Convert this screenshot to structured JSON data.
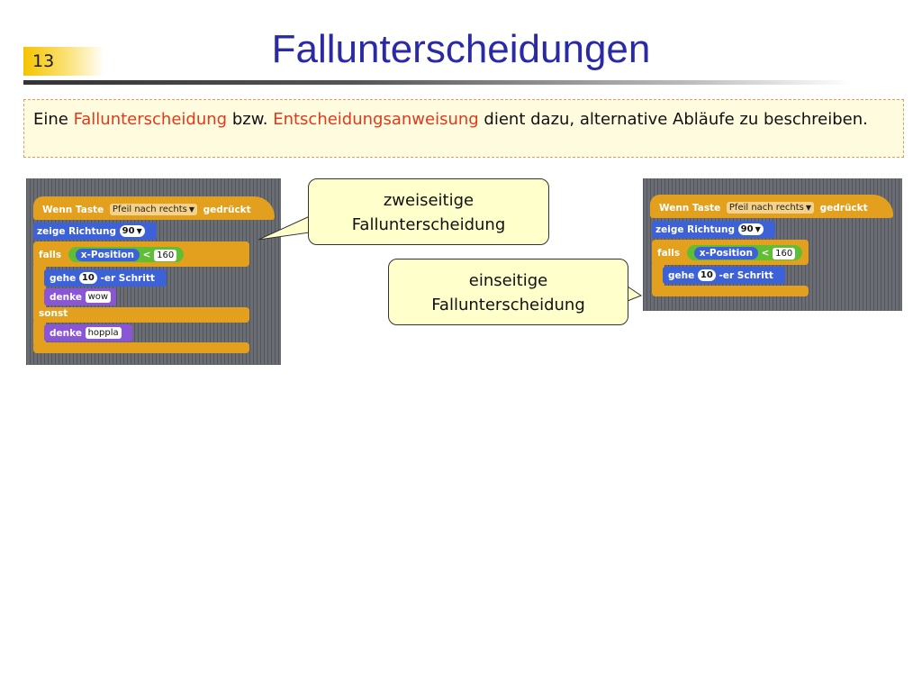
{
  "slide": {
    "number": "13",
    "title": "Fallunterscheidungen"
  },
  "intro": {
    "part1": "Eine ",
    "term1": "Fallunterscheidung",
    "part2": " bzw. ",
    "term2": "Entscheidungsanweisung",
    "part3": " dient dazu, alternative Abläufe zu beschreiben."
  },
  "colors": {
    "title": "#2a2aa6",
    "highlight": "#e03a1c",
    "box_bg": "#fffbde",
    "callout_bg": "#ffffcc"
  },
  "left_script": {
    "hat_label": "Wenn Taste",
    "key": "Pfeil nach rechts",
    "hat_suffix": "gedrückt",
    "point_label": "zeige Richtung",
    "direction": "90",
    "if_label": "falls",
    "reporter": "x-Position",
    "op": "<",
    "compare_value": "160",
    "move_label": "gehe",
    "steps": "10",
    "move_suffix": "-er Schritt",
    "think_label": "denke",
    "think_text": "wow",
    "else_label": "sonst",
    "think2_label": "denke",
    "think2_text": "hoppla"
  },
  "right_script": {
    "hat_label": "Wenn Taste",
    "key": "Pfeil nach rechts",
    "hat_suffix": "gedrückt",
    "point_label": "zeige Richtung",
    "direction": "90",
    "if_label": "falls",
    "reporter": "x-Position",
    "op": "<",
    "compare_value": "160",
    "move_label": "gehe",
    "steps": "10",
    "move_suffix": "-er Schritt"
  },
  "callouts": {
    "two_sided": {
      "line1": "zweiseitige",
      "line2": "Fallunterscheidung"
    },
    "one_sided": {
      "line1": "einseitige",
      "line2": "Fallunterscheidung"
    }
  }
}
